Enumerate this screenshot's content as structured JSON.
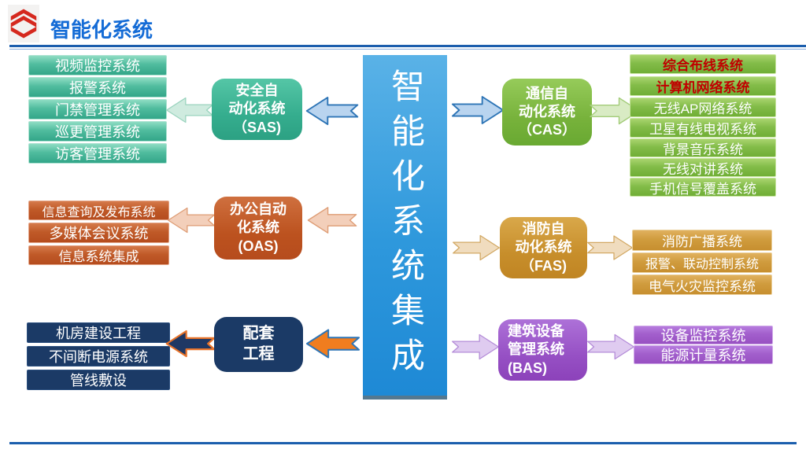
{
  "header": {
    "title": "智能化系统",
    "logo": "red-chevron-s-mark"
  },
  "center": {
    "title": "智能化系统集成"
  },
  "groups": {
    "sas": {
      "hub": "安全自\n动化系统\n（SAS)",
      "items": [
        "视频监控系统",
        "报警系统",
        "门禁管理系统",
        "巡更管理系统",
        "访客管理系统"
      ]
    },
    "oas": {
      "hub": "办公自动\n化系统\n(OAS)",
      "items": [
        "信息查询及发布系统",
        "多媒体会议系统",
        "信息系统集成"
      ]
    },
    "support": {
      "hub": "配套\n工程",
      "items": [
        "机房建设工程",
        "不间断电源系统",
        "管线敷设"
      ]
    },
    "cas": {
      "hub": "通信自\n动化系统\n（CAS）",
      "items": [
        "综合布线系统",
        "计算机网络系统",
        "无线AP网络系统",
        "卫星有线电视系统",
        "背景音乐系统",
        "无线对讲系统",
        "手机信号覆盖系统"
      ],
      "red_item_count": 2
    },
    "fas": {
      "hub": "消防自\n动化系统\n（FAS)",
      "items": [
        "消防广播系统",
        "报警、联动控制系统",
        "电气火灾监控系统"
      ]
    },
    "bas": {
      "hub": "建筑设备\n管理系统\n(BAS)",
      "items": [
        "设备监控系统",
        "能源计量系统"
      ]
    }
  },
  "colors": {
    "title_blue": "#156CD6",
    "rule_blue": "#1B5EAD",
    "logo_red": "#D5281E",
    "center_blue": "#2E98DC",
    "teal": "#33A689",
    "green": "#70AE36",
    "rust": "#B54C1E",
    "gold": "#C78F2F",
    "purple": "#9850C2",
    "navy": "#1B3A66",
    "orange_arrow": "#F07D1F",
    "red_text": "#C00000",
    "blue_arrow_fill": "#B9D4EF",
    "blue_arrow_stroke": "#2E75B6"
  }
}
